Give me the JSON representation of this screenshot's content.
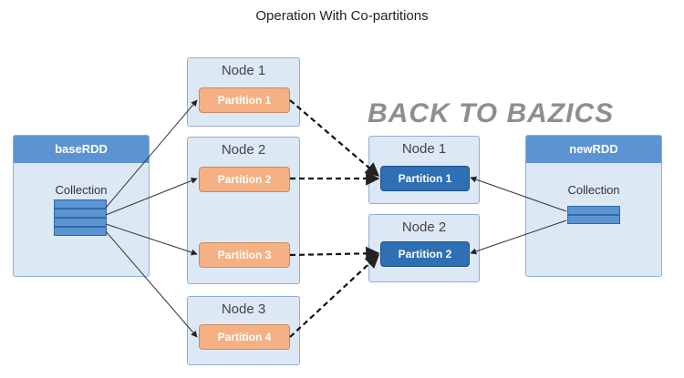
{
  "title": "Operation With Co-partitions",
  "watermark": "BACK TO BAZICS",
  "base_rdd": {
    "name": "baseRDD",
    "collection_label": "Collection"
  },
  "new_rdd": {
    "name": "newRDD",
    "collection_label": "Collection"
  },
  "left_nodes": [
    {
      "label": "Node 1",
      "partitions": [
        "Partition 1"
      ]
    },
    {
      "label": "Node 2",
      "partitions": [
        "Partition 2",
        "Partition 3"
      ]
    },
    {
      "label": "Node 3",
      "partitions": [
        "Partition 4"
      ]
    }
  ],
  "right_nodes": [
    {
      "label": "Node 1",
      "partition": "Partition 1"
    },
    {
      "label": "Node 2",
      "partition": "Partition 2"
    }
  ],
  "colors": {
    "header_blue": "#5b93d3",
    "box_fill": "#dde8f5",
    "partition_orange": "#f5b183",
    "partition_blue": "#2f6fb3"
  }
}
